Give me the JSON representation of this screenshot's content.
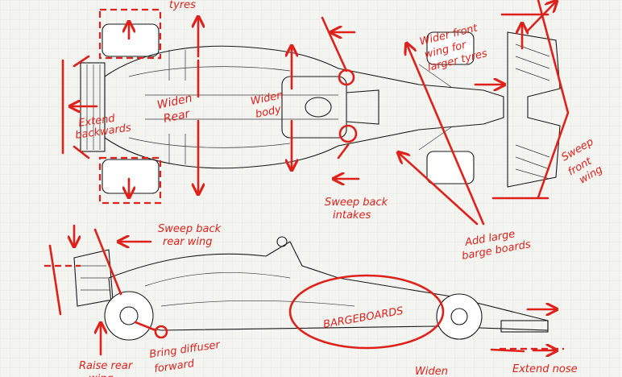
{
  "colors": {
    "annotation": "#e0211b",
    "paper": "#f4f4f1",
    "grid": "#dcdcd8",
    "ink": "#1a1a1a"
  },
  "annotations": {
    "tyres": "tyres",
    "widen_rear": [
      "Widen",
      "Rear"
    ],
    "widen_body": [
      "Widen",
      "body"
    ],
    "extend_backwards": [
      "Extend",
      "backwards"
    ],
    "wider_front_wing": [
      "Wider front",
      "wing for",
      "larger tyres"
    ],
    "sweep_back_intakes": [
      "Sweep back",
      "intakes"
    ],
    "sweep_front_wing": [
      "Sweep",
      "front",
      "wing"
    ],
    "add_large_bargeboards": [
      "Add large",
      "barge boards"
    ],
    "sweep_back_rear_wing": [
      "Sweep back",
      "rear wing"
    ],
    "bargeboards": "BARGEBOARDS",
    "raise_rear": [
      "Raise rear",
      "wing"
    ],
    "bring_diffuser_forward": [
      "Bring diffuser",
      "forward"
    ],
    "widen_bottom": "Widen",
    "extend_nose": "Extend nose"
  }
}
